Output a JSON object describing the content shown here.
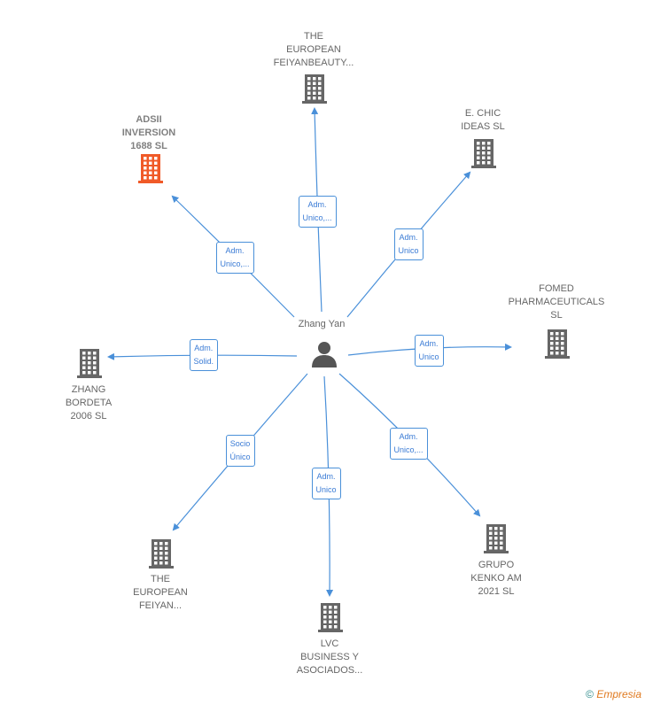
{
  "colors": {
    "edge": "#4a90d9",
    "building": "#666666",
    "highlight": "#f05a28",
    "person": "#555555"
  },
  "center": {
    "name": "Zhang Yan",
    "icon": "person-icon"
  },
  "companies": [
    {
      "id": "adsii",
      "label": "ADSII\nINVERSION\n1688  SL",
      "highlight": true,
      "role": "Adm.\nUnico,..."
    },
    {
      "id": "european-feiyanbeauty",
      "label": "THE\nEUROPEAN\nFEIYANBEAUTY...",
      "highlight": false,
      "role": "Adm.\nUnico,..."
    },
    {
      "id": "echic",
      "label": "E. CHIC\nIDEAS  SL",
      "highlight": false,
      "role": "Adm.\nUnico"
    },
    {
      "id": "fomed",
      "label": "FOMED\nPHARMACEUTICALS\nSL",
      "highlight": false,
      "role": "Adm.\nUnico"
    },
    {
      "id": "grupo-kenko",
      "label": "GRUPO\nKENKO AM\n2021  SL",
      "highlight": false,
      "role": "Adm.\nUnico,..."
    },
    {
      "id": "lvc",
      "label": "LVC\nBUSINESS Y\nASOCIADOS...",
      "highlight": false,
      "role": "Adm.\nUnico"
    },
    {
      "id": "european-feiyan",
      "label": "THE\nEUROPEAN\nFEIYAN...",
      "highlight": false,
      "role": "Socio\nÚnico"
    },
    {
      "id": "zhang-bordeta",
      "label": "ZHANG\nBORDETA\n2006  SL",
      "highlight": false,
      "role": "Adm.\nSolid."
    }
  ],
  "footer": {
    "copyright": "©",
    "brand": "Empresia"
  }
}
